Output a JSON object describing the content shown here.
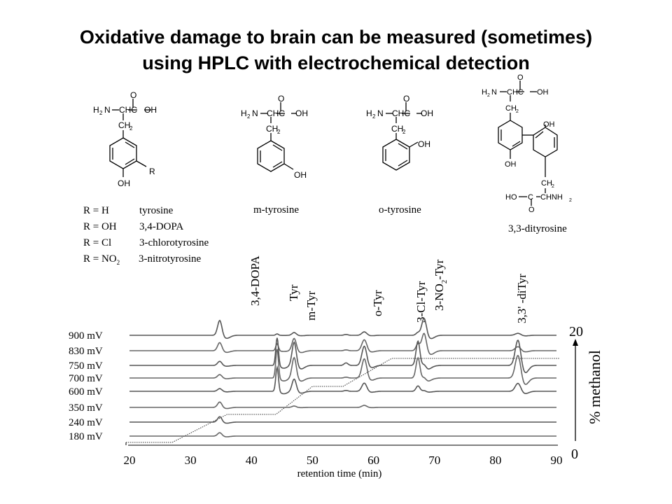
{
  "title": {
    "line1": "Oxidative damage to brain can be measured (sometimes)",
    "line2": "using HPLC with electrochemical detection"
  },
  "structures": {
    "atoms": {
      "h2n_h": "H",
      "h2n_2": "2",
      "h2n_n": "N",
      "ch": "CHC",
      "c_only": "C",
      "o": "O",
      "oh": "OH",
      "ch2_c": "CH",
      "ch2_2": "2",
      "r": "R",
      "ho": "HO",
      "chnh": "CHNH",
      "nh2_2": "2"
    },
    "names": {
      "m_tyrosine": "m-tyrosine",
      "o_tyrosine": "o-tyrosine",
      "dityrosine": "3,3-dityrosine"
    },
    "r_list": [
      {
        "r": "R = H",
        "name": "tyrosine"
      },
      {
        "r": "R = OH",
        "name": "3,4-DOPA"
      },
      {
        "r": "R = Cl",
        "name": "3-chlorotyrosine"
      },
      {
        "r": "R = NO",
        "sub": "2",
        "name": "3-nitrotyrosine"
      }
    ]
  },
  "chart_data": {
    "type": "line",
    "title": "",
    "xlabel": "retention time (min)",
    "xlim": [
      20,
      90
    ],
    "xticks": [
      20,
      30,
      40,
      50,
      60,
      70,
      80,
      90
    ],
    "ylabel": "",
    "trace_labels": [
      "900 mV",
      "830 mV",
      "750 mV",
      "700 mV",
      "600 mV",
      "350 mV",
      "240 mV",
      "180 mV"
    ],
    "peak_labels": [
      {
        "label": "3,4-DOPA",
        "x": 34.8
      },
      {
        "label": "Tyr",
        "x": 44.2
      },
      {
        "label": "m-Tyr",
        "x": 47.0
      },
      {
        "label": "o-Tyr",
        "x": 58.5
      },
      {
        "label": "3-Cl-Tyr",
        "x": 67.3
      },
      {
        "label": "3-NO",
        "sub": "2",
        "suffix": "-Tyr",
        "x": 68.3
      },
      {
        "label": "3,3' -diTyr",
        "x": 83.7
      }
    ],
    "peak_heights_estimated": {
      "3,4-DOPA": [
        22,
        12,
        6,
        5,
        4,
        8,
        8,
        5
      ],
      "Tyr": [
        2,
        10,
        40,
        42,
        35,
        0,
        0,
        0
      ],
      "m-Tyr": [
        4,
        18,
        34,
        30,
        18,
        2,
        0,
        0
      ],
      "o-Tyr": [
        5,
        16,
        28,
        28,
        12,
        3,
        0,
        0
      ],
      "3-Cl-Tyr": [
        4,
        10,
        36,
        30,
        8,
        0,
        0,
        0
      ],
      "3-NO2-Tyr": [
        26,
        28,
        10,
        8,
        3,
        0,
        0,
        0
      ],
      "3,3'-diTyr": [
        3,
        6,
        38,
        34,
        12,
        0,
        0,
        0
      ]
    },
    "gradient": {
      "label": "% methanol",
      "top_label": "20",
      "bottom_label": "0",
      "range": [
        0,
        20
      ],
      "points": [
        [
          20,
          0
        ],
        [
          27,
          0
        ],
        [
          36,
          5
        ],
        [
          44,
          5
        ],
        [
          50,
          10
        ],
        [
          55,
          10
        ],
        [
          63,
          15
        ],
        [
          67,
          15
        ],
        [
          88,
          15
        ]
      ]
    }
  }
}
